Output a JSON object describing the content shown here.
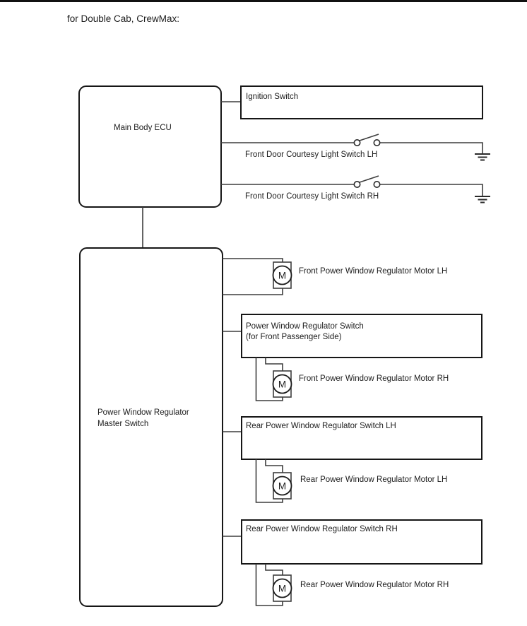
{
  "page": {
    "title": "for Double Cab, CrewMax:"
  },
  "colors": {
    "background": "#ffffff",
    "box_stroke": "#161616",
    "wire": "#3d3d3d",
    "text": "#1c1c1c",
    "top_rule": "#111111"
  },
  "diagram": {
    "ecu": {
      "label": "Main Body ECU"
    },
    "master_switch": {
      "label_line1": "Power Window Regulator",
      "label_line2": "Master Switch"
    },
    "ignition": {
      "label": "Ignition Switch"
    },
    "courtesy_lh": {
      "label": "Front Door Courtesy Light Switch LH"
    },
    "courtesy_rh": {
      "label": "Front Door Courtesy Light Switch RH"
    },
    "front_motor_lh": {
      "label": "Front Power Window Regulator Motor LH",
      "symbol": "M"
    },
    "passenger_switch": {
      "label_line1": "Power Window Regulator Switch",
      "label_line2": "(for Front Passenger Side)"
    },
    "front_motor_rh": {
      "label": "Front Power Window Regulator Motor RH",
      "symbol": "M"
    },
    "rear_switch_lh": {
      "label": "Rear Power Window Regulator Switch LH"
    },
    "rear_motor_lh": {
      "label": "Rear Power Window Regulator Motor LH",
      "symbol": "M"
    },
    "rear_switch_rh": {
      "label": "Rear Power Window Regulator Switch RH"
    },
    "rear_motor_rh": {
      "label": "Rear Power Window Regulator Motor RH",
      "symbol": "M"
    }
  }
}
